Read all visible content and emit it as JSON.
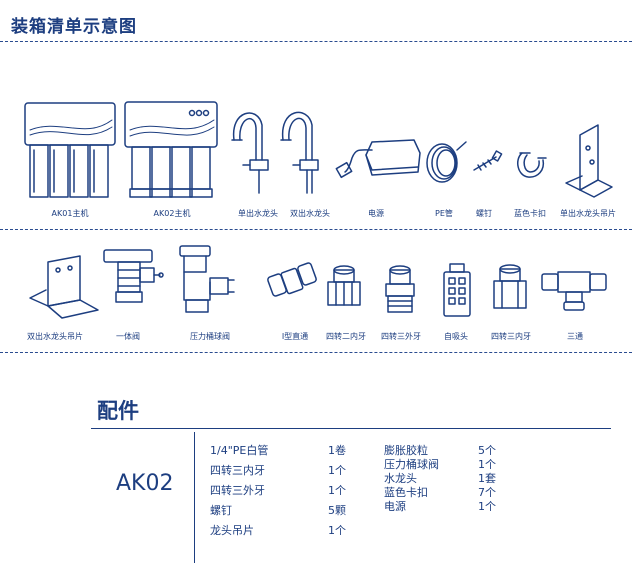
{
  "header": {
    "title": "装箱清单示意图"
  },
  "items_row1": [
    {
      "label": "AK01主机"
    },
    {
      "label": "AK02主机"
    },
    {
      "label": "单出水龙头"
    },
    {
      "label": "双出水龙头"
    },
    {
      "label": "电源"
    },
    {
      "label": "PE管"
    },
    {
      "label": "螺钉"
    },
    {
      "label": "蓝色卡扣"
    },
    {
      "label": "单出水龙头吊片"
    }
  ],
  "items_row2": [
    {
      "label": "双出水龙头吊片"
    },
    {
      "label": "一体阀"
    },
    {
      "label": "压力桶球阀"
    },
    {
      "label": "I型直通"
    },
    {
      "label": "四转二内牙"
    },
    {
      "label": "四转三外牙"
    },
    {
      "label": "自吸头"
    },
    {
      "label": "四转三内牙"
    },
    {
      "label": "三通"
    }
  ],
  "accessories": {
    "title": "配件",
    "model": "AK02",
    "col1": [
      {
        "name": "1/4\"PE白管",
        "qty": "1卷"
      },
      {
        "name": "四转三内牙",
        "qty": "1个"
      },
      {
        "name": "四转三外牙",
        "qty": "1个"
      },
      {
        "name": "螺钉",
        "qty": "5颗"
      },
      {
        "name": "龙头吊片",
        "qty": "1个"
      }
    ],
    "col2": [
      {
        "name": "膨胀胶粒",
        "qty": "5个"
      },
      {
        "name": "压力桶球阀",
        "qty": "1个"
      },
      {
        "name": "水龙头",
        "qty": "1套"
      },
      {
        "name": "蓝色卡扣",
        "qty": "7个"
      },
      {
        "name": "电源",
        "qty": "1个"
      }
    ]
  },
  "colors": {
    "primary": "#1d3e80",
    "background": "#ffffff"
  }
}
